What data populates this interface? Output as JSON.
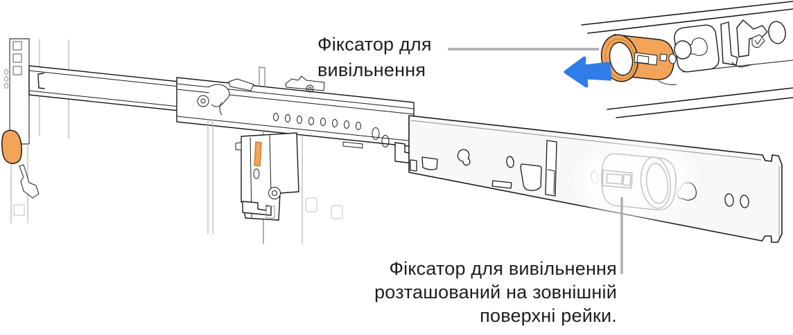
{
  "labels": {
    "release_latch": {
      "lines": [
        "Фіксатор для",
        "вивільнення"
      ]
    },
    "release_latch_location": {
      "lines": [
        "Фіксатор для вивільнення",
        "розташований на зовнішній",
        "поверхні рейки."
      ]
    }
  },
  "icons": {
    "left_arrow": "←"
  },
  "colors": {
    "latch_orange": "#F3A459",
    "latch_orange_dark": "#C8802F",
    "arrow_blue": "#2E7DE9",
    "callout_gray": "#ABABAB",
    "line_dark": "#1A1A1A",
    "line_gray": "#8F8F8F",
    "line_light_gray": "#BFBFBF",
    "panel_fill": "#F8F8F8",
    "ghost_gray": "#C2C2C2",
    "text": "#1D1D1F",
    "background": "#FFFFFF"
  }
}
